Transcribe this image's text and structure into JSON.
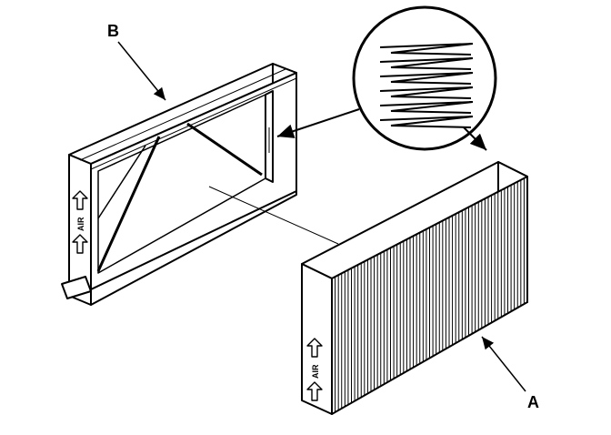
{
  "labels": {
    "callout_a": "A",
    "callout_b": "B",
    "frame_marking": "AIR",
    "filter_marking": "AIR"
  }
}
